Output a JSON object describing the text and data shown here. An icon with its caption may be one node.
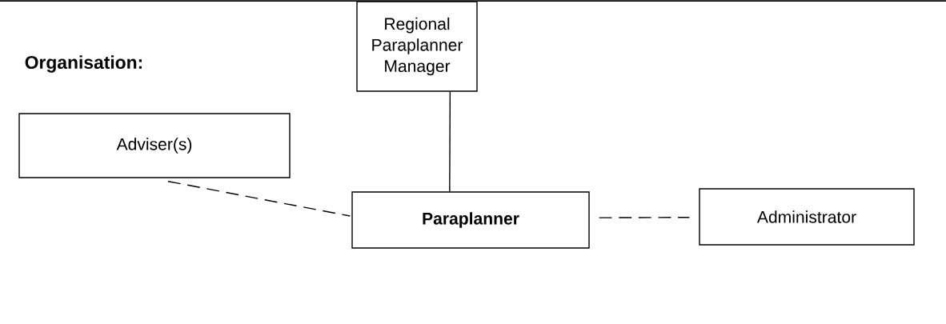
{
  "diagram": {
    "title": "Organisation:",
    "nodes": [
      {
        "text": [
          "Regional Paraplanner Manager"
        ]
      },
      {
        "text": [
          "Adviser(s)"
        ]
      },
      {
        "text": [
          "Paraplanner"
        ]
      },
      {
        "text": [
          "Administrator"
        ]
      }
    ],
    "edges": [
      {
        "from": 0,
        "to": 2,
        "arrow": "none"
      },
      {
        "from": 1,
        "to": 2,
        "arrow": "none",
        "style": "dashed"
      },
      {
        "from": 2,
        "to": 3,
        "arrow": "none",
        "style": "dashed"
      }
    ]
  }
}
